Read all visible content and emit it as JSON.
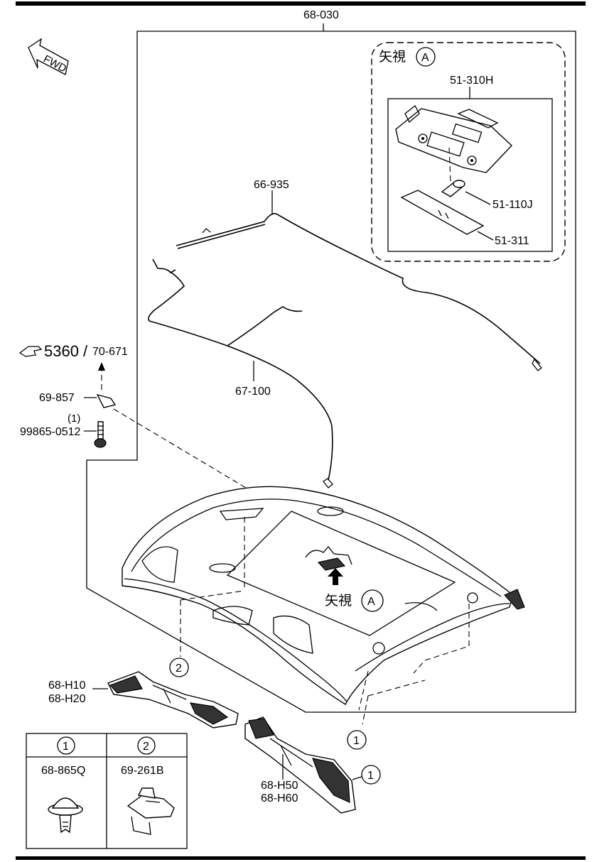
{
  "parts": {
    "headliner": "68-030",
    "view_a_jp": "矢視",
    "callout_a": "A",
    "lamp_assy": "51-310H",
    "bulb": "51-110J",
    "lens": "51-311",
    "harness_1": "66-935",
    "harness_2": "67-100",
    "ref_page": "5360",
    "ref_slash": "/",
    "ref_page_2": "70-671",
    "clip_part": "69-857",
    "screw_qty": "(1)",
    "screw_part": "99865-0512",
    "handle_front_1": "68-H10",
    "handle_front_2": "68-H20",
    "handle_rear_1": "68-H50",
    "handle_rear_2": "68-H60",
    "fwd": "FWD"
  },
  "callouts": {
    "one": "1",
    "two": "2"
  },
  "legend": {
    "col1_num": "1",
    "col1_part": "68-865Q",
    "col2_num": "2",
    "col2_part": "69-261B"
  }
}
